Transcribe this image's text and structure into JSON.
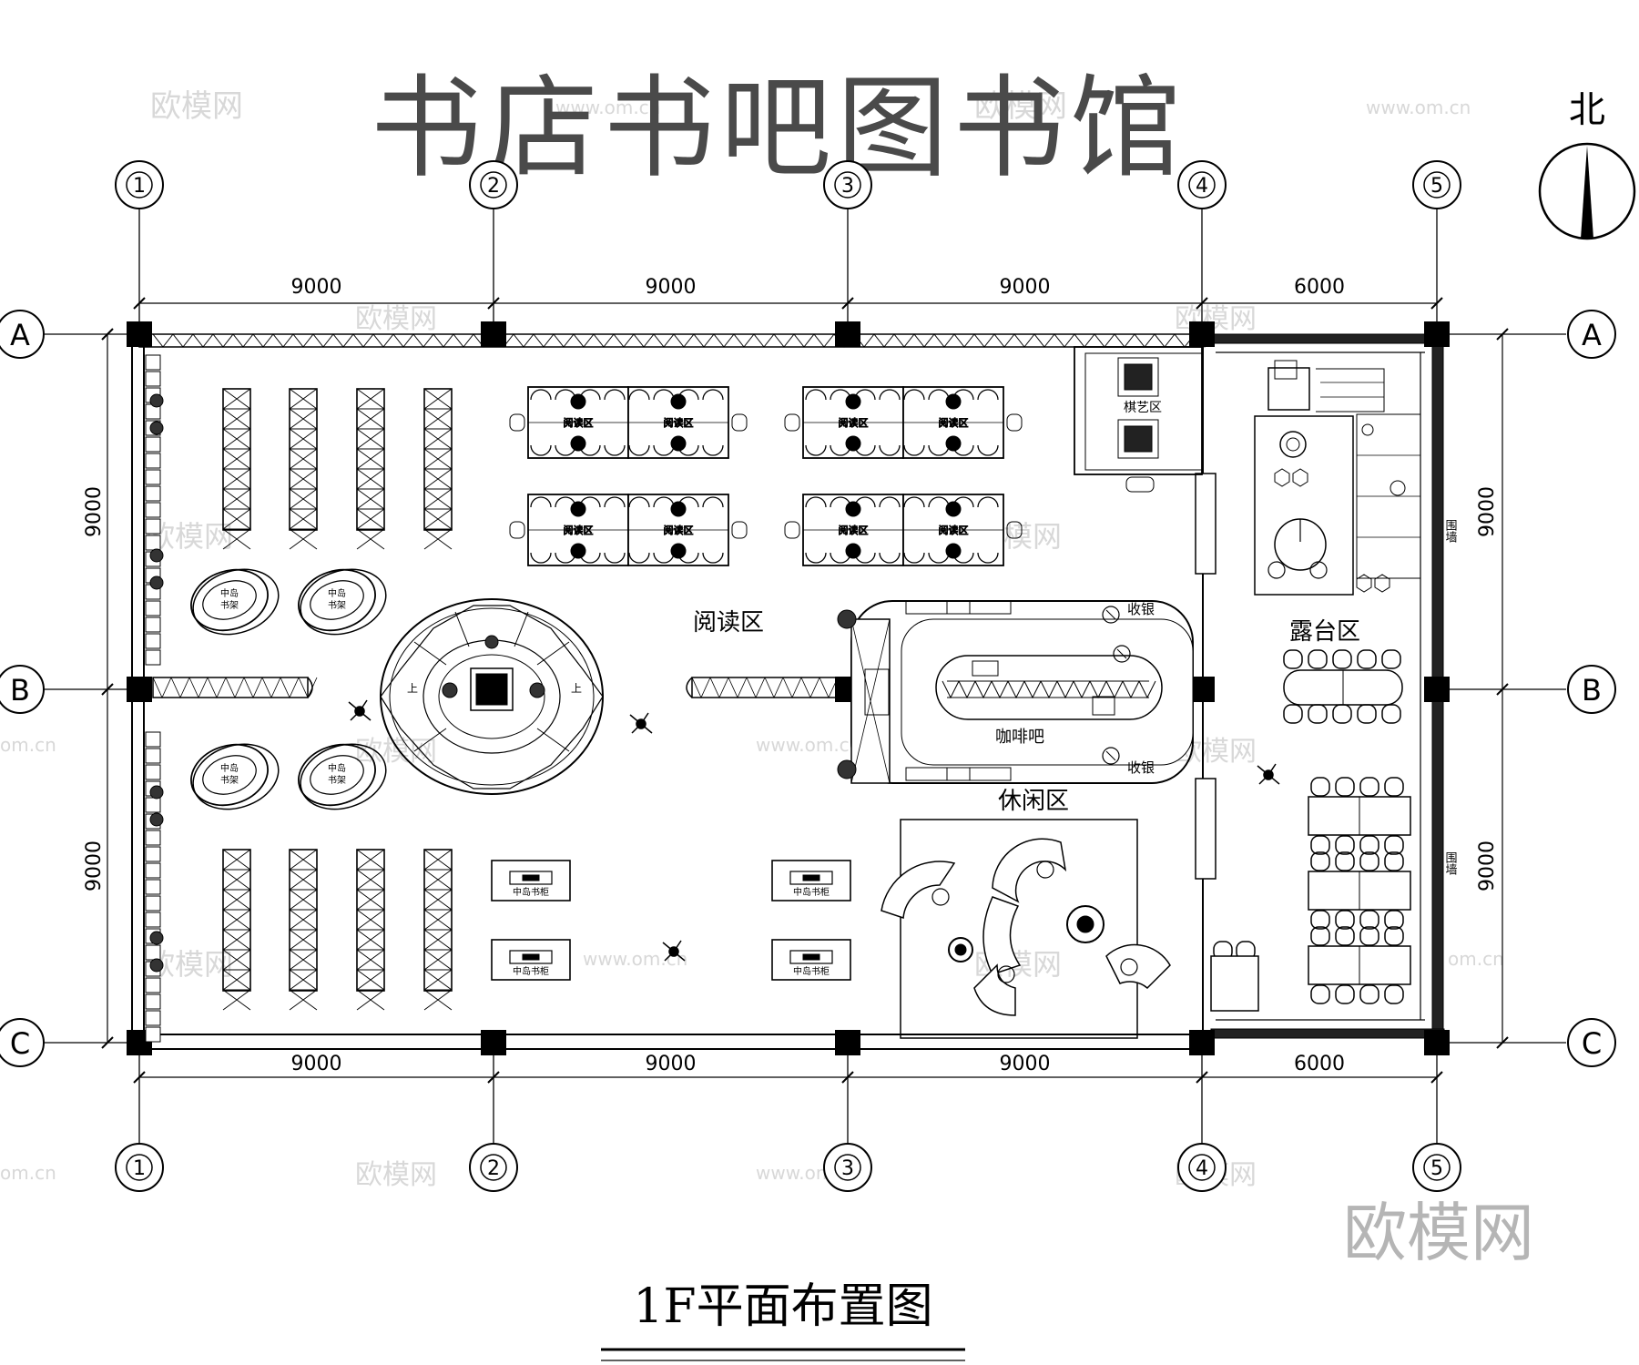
{
  "title": "书店书吧图书馆",
  "subtitle": "1F平面布置图",
  "north_label": "北",
  "grid_columns": [
    "1",
    "2",
    "3",
    "4",
    "5"
  ],
  "grid_rows": [
    "A",
    "B",
    "C"
  ],
  "dims_top": [
    "9000",
    "9000",
    "9000",
    "6000"
  ],
  "dims_bottom": [
    "9000",
    "9000",
    "9000",
    "6000"
  ],
  "dims_left": [
    "9000",
    "9000"
  ],
  "dims_right": [
    "9000",
    "9000"
  ],
  "zones": {
    "reading": "阅读区",
    "cafe": "咖啡吧",
    "leisure": "休闲区",
    "terrace": "露台区",
    "chess": "棋艺区",
    "cashier_top": "收银",
    "cashier_bottom": "收银",
    "fence_top": "围墙",
    "fence_bottom": "围墙"
  },
  "table_label": "阅读区",
  "island_shelf_label": "中岛书架",
  "island_cabinet_label": "中岛书柜",
  "stair_label": "上",
  "watermarks": {
    "brand": "欧模网",
    "site": "www.om.cn",
    "site_short": "om.cn"
  },
  "colors": {
    "ink": "#000000",
    "title": "#4a4a4a",
    "watermark": "#d6d6d6"
  }
}
